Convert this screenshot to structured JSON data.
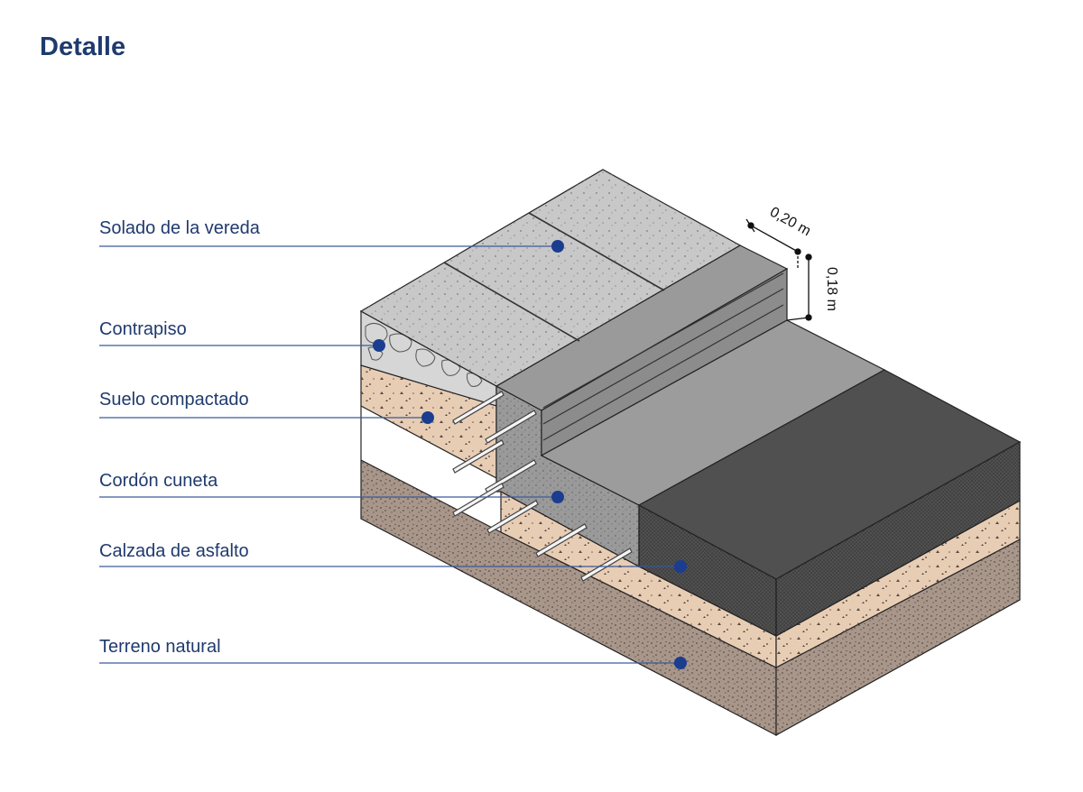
{
  "title": "Detalle",
  "labels": {
    "solado": "Solado de la vereda",
    "contrapiso": "Contrapiso",
    "suelo": "Suelo compactado",
    "cordon": "Cordón cuneta",
    "calzada": "Calzada de asfalto",
    "terreno": "Terreno natural"
  },
  "dimensions": {
    "width": "0,20 m",
    "height": "0,18 m"
  },
  "colors": {
    "title": "#1f3a6e",
    "leader": "#3a5a9a",
    "marker": "#1a3d8f",
    "pavers": "#c8c8c8",
    "curb": "#9a9a9a",
    "asphalt": "#4a4a4a",
    "compacted_soil": "#e8cdb5",
    "natural_soil": "#a8968a"
  }
}
